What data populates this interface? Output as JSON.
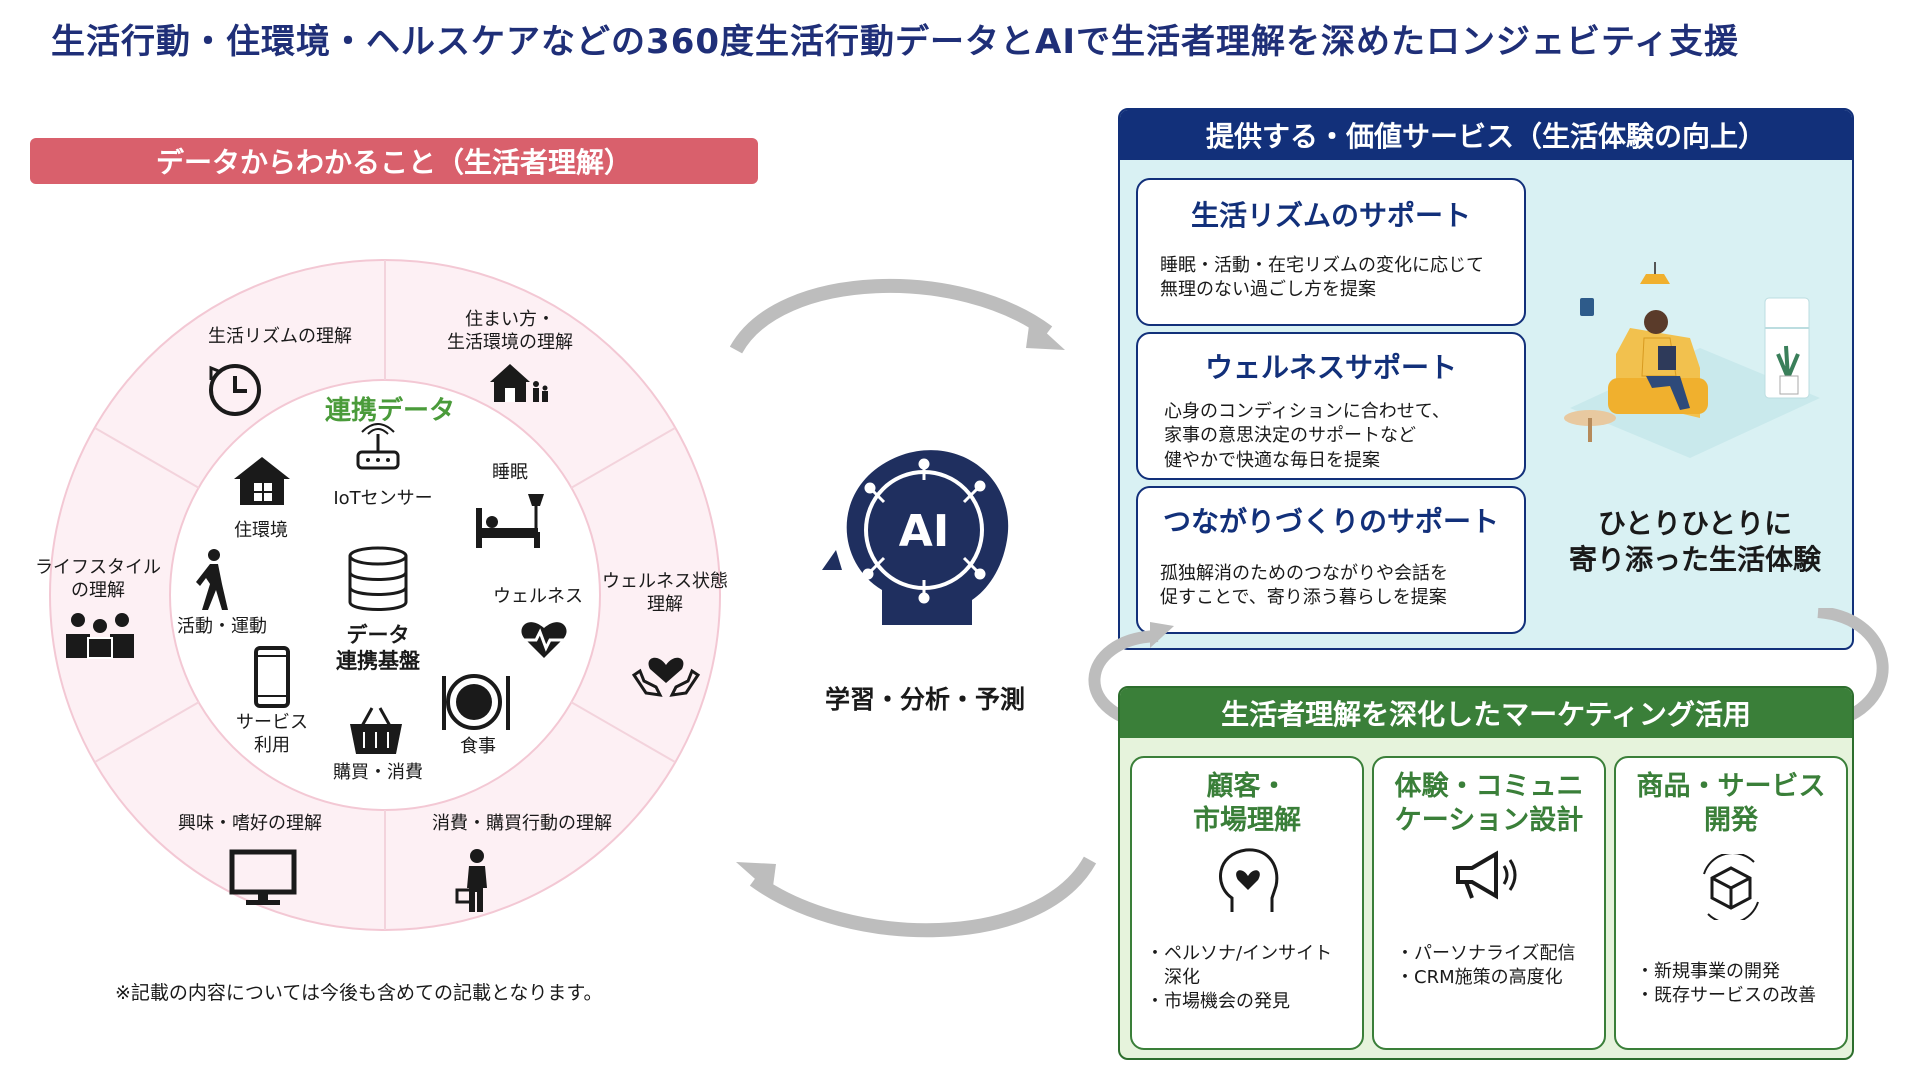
{
  "title": "生活行動・住環境・ヘルスケアなどの360度生活行動データとAIで生活者理解を深めたロンジェビティ支援",
  "left": {
    "banner": "データからわかること（生活者理解）",
    "ring": [
      "生活リズムの理解",
      "住まい方・\n生活環境の理解",
      "ウェルネス状態\n理解",
      "消費・購買行動の理解",
      "興味・嗜好の理解",
      "ライフスタイル\nの理解"
    ],
    "center_title": "連携データ",
    "inner": {
      "iot": "IoTセンサー",
      "sleep": "睡眠",
      "wellness": "ウェルネス",
      "meal": "食事",
      "purchase": "購買・消費",
      "service": "サービス\n利用",
      "activity": "活動・運動",
      "housing": "住環境",
      "core": "データ\n連携基盤"
    },
    "note": "※記載の内容については今後も含めての記載となります。"
  },
  "ai": {
    "icon_text": "AI",
    "label": "学習・分析・予測"
  },
  "blue": {
    "header": "提供する・価値サービス（生活体験の向上）",
    "cards": [
      {
        "title": "生活リズムのサポート",
        "text": "睡眠・活動・在宅リズムの変化に応じて\n無理のない過ごし方を提案"
      },
      {
        "title": "ウェルネスサポート",
        "text": "心身のコンディションに合わせて、\n家事の意思決定のサポートなど\n健やかで快適な毎日を提案"
      },
      {
        "title": "つながりづくりのサポート",
        "text": "孤独解消のためのつながりや会話を\n促すことで、寄り添う暮らしを提案"
      }
    ],
    "side_text": "ひとりひとりに\n寄り添った生活体験"
  },
  "green": {
    "header": "生活者理解を深化したマーケティング活用",
    "cards": [
      {
        "title": "顧客・\n市場理解",
        "icon": "head-heart-icon",
        "text": "・ペルソナ/インサイト\n　深化\n・市場機会の発見"
      },
      {
        "title": "体験・コミュニ\nケーション設計",
        "icon": "megaphone-icon",
        "text": "・パーソナライズ配信\n・CRM施策の高度化"
      },
      {
        "title": "商品・サービス\n開発",
        "icon": "box-cycle-icon",
        "text": "・新規事業の開発\n・既存サービスの改善"
      }
    ]
  },
  "colors": {
    "navy": "#12307a",
    "pink": "#d9606c",
    "green": "#3a7f39",
    "light_blue": "#d9f1f3",
    "light_green": "#e6f3dc"
  }
}
